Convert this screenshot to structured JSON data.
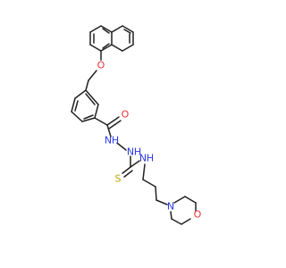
{
  "molecule": {
    "colors": {
      "bond": "#222222",
      "O": "#e8343a",
      "N": "#2b3ae8",
      "S": "#b8a600",
      "background": "#ffffff"
    },
    "atom_labels": {
      "ether_o": "O",
      "carbonyl_o": "O",
      "hydrazide_n1": "N",
      "hydrazide_h1": "H",
      "hydrazide_n2": "N",
      "hydrazide_h2": "H",
      "thio_s": "S",
      "amide_n": "N",
      "amide_h": "H",
      "morpholine_n": "N",
      "morpholine_o": "O"
    }
  }
}
